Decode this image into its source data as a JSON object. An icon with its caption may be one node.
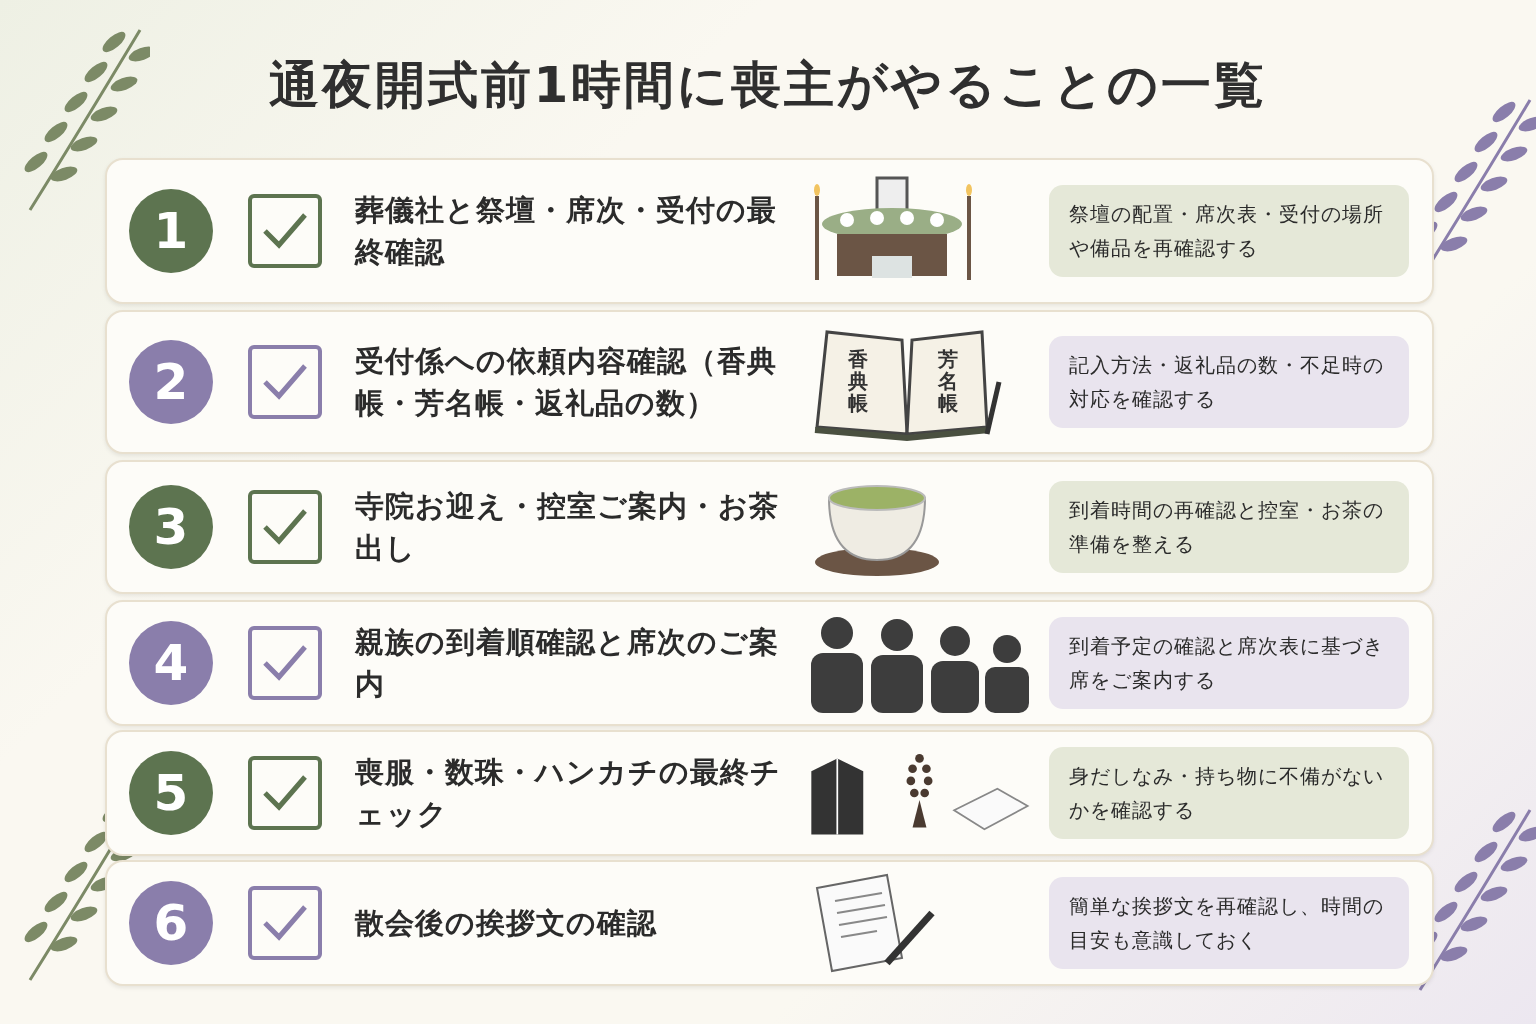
{
  "diagram": {
    "title": "通夜開式前1時間に喪主がやることの一覧",
    "nodes": [
      {
        "text": [
          "葬儀社と祭壇・席次・受付の最終確認"
        ]
      },
      {
        "text": [
          "1"
        ],
        "in": 0
      },
      {
        "text": [
          "祭壇の配置・席次表・受付の場所や備品を再確認する"
        ],
        "in": 0
      },
      {
        "text": [
          "受付係への依頼内容確認（香典帳・芳名帳・返礼品の数）"
        ]
      },
      {
        "text": [
          "2"
        ],
        "in": 3
      },
      {
        "text": [
          "記入方法・返礼品の数・不足時の対応を確認する"
        ],
        "in": 3
      },
      {
        "text": [
          "寺院お迎え・控室ご案内・お茶出し"
        ]
      },
      {
        "text": [
          "3"
        ],
        "in": 6
      },
      {
        "text": [
          "到着時間の再確認と控室・お茶の準備を整える"
        ],
        "in": 6
      },
      {
        "text": [
          "親族の到着順確認と席次のご案内"
        ]
      },
      {
        "text": [
          "4"
        ],
        "in": 9
      },
      {
        "text": [
          "到着予定の確認と席次表に基づき席をご案内する"
        ],
        "in": 9
      },
      {
        "text": [
          "喪服・数珠・ハンカチの最終チェック"
        ]
      },
      {
        "text": [
          "5"
        ],
        "in": 12
      },
      {
        "text": [
          "身だしなみ・持ち物に不備がないかを確認する"
        ],
        "in": 12
      },
      {
        "text": [
          "散会後の挨拶文の確認"
        ]
      },
      {
        "text": [
          "6"
        ],
        "in": 15
      },
      {
        "text": [
          "簡単な挨拶文を再確認し、時間の目安も意識しておく"
        ],
        "in": 15
      }
    ],
    "edges": [],
    "labels": [
      "香典帳",
      "芳名帳"
    ]
  }
}
